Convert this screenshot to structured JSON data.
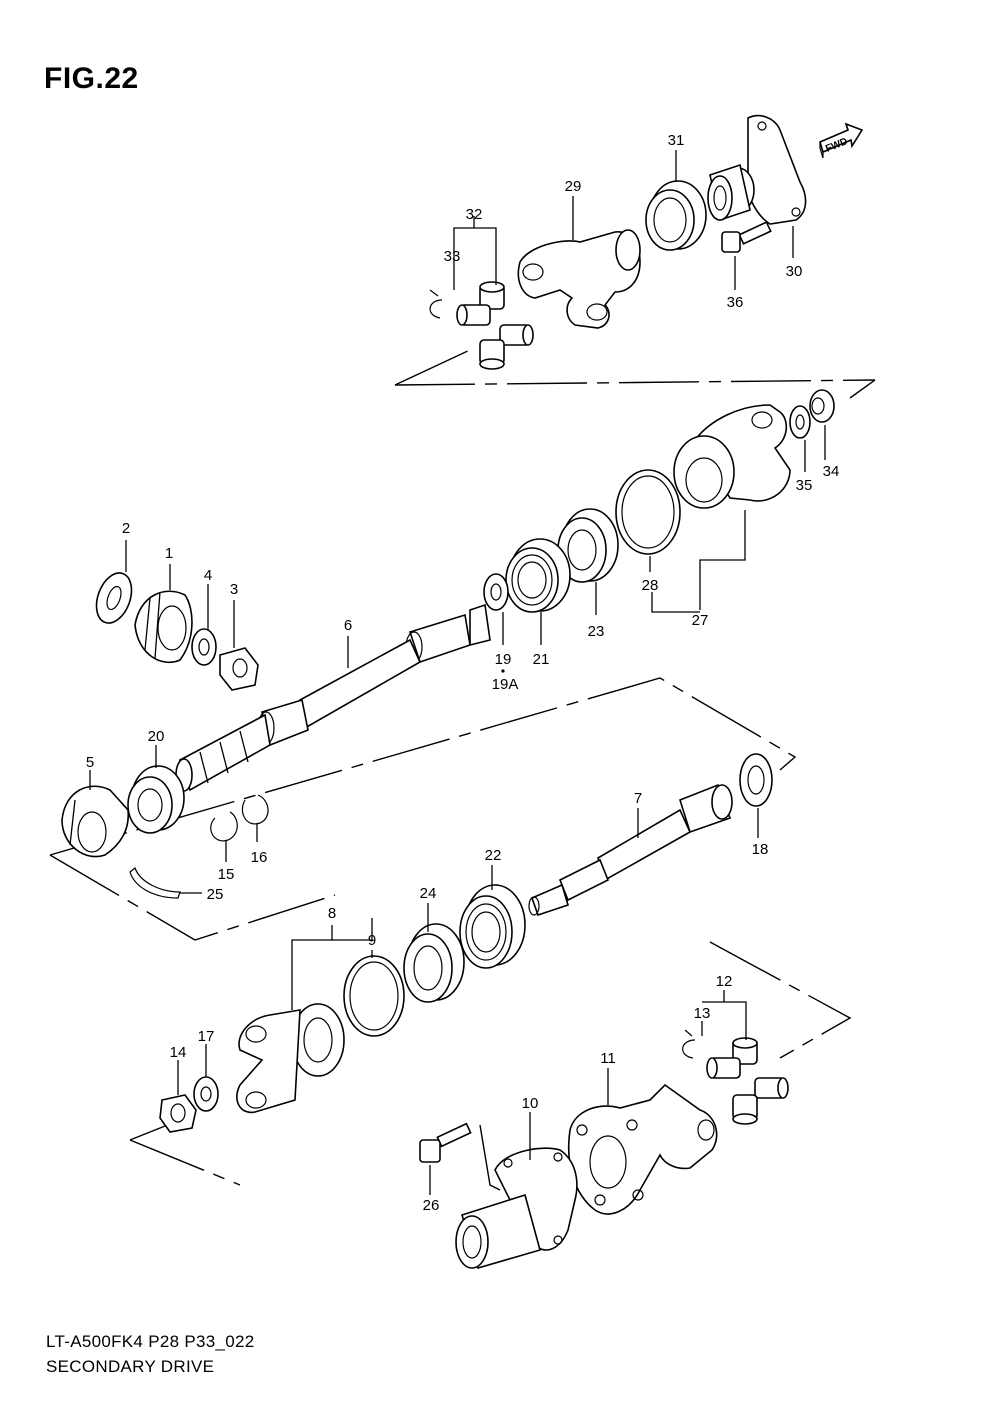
{
  "figure": {
    "title": "FIG.22",
    "fwd_label": "FWD",
    "footer_code": "LT-A500FK4 P28 P33_022",
    "footer_title": "SECONDARY DRIVE"
  },
  "callouts": [
    "1",
    "2",
    "3",
    "4",
    "5",
    "6",
    "7",
    "8",
    "9",
    "10",
    "11",
    "12",
    "13",
    "14",
    "15",
    "16",
    "17",
    "18",
    "19",
    "19A",
    "20",
    "21",
    "22",
    "23",
    "24",
    "25",
    "26",
    "27",
    "28",
    "29",
    "30",
    "31",
    "32",
    "33",
    "34",
    "35",
    "36"
  ]
}
